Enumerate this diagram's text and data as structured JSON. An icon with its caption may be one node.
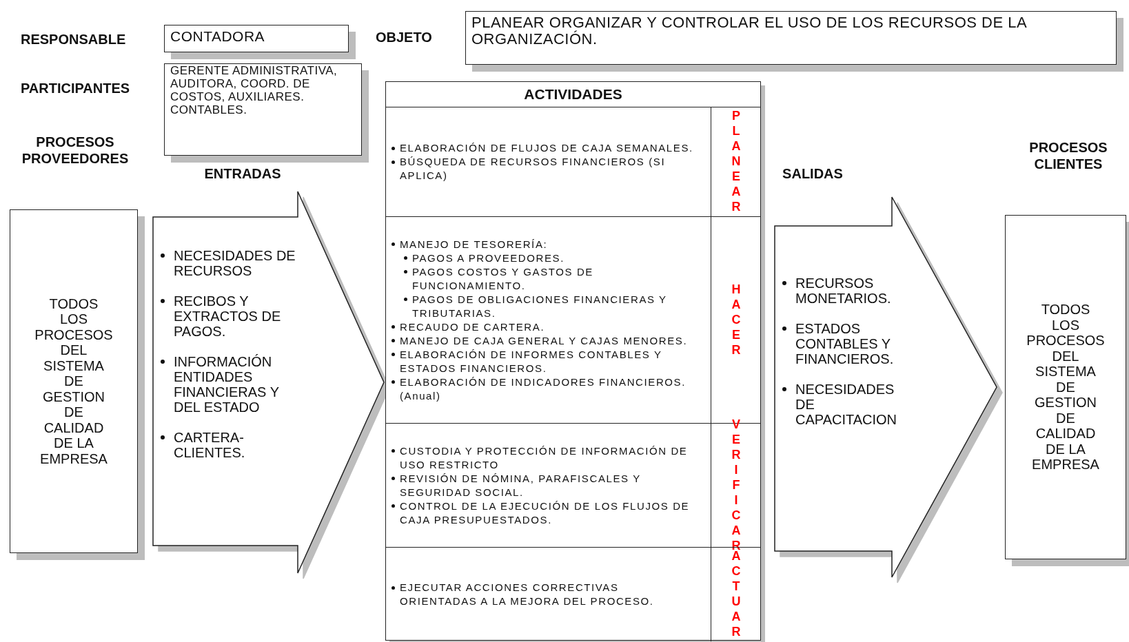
{
  "diagram": {
    "nodes": [
      {
        "text": [
          "RESPONSABLE",
          "CONTADORA"
        ]
      },
      {
        "text": [
          "PARTICIPANTES",
          "GERENTE ADMINISTRATIVA, AUDITORA, COORD. DE COSTOS, AUXILIARES. CONTABLES."
        ]
      },
      {
        "text": [
          "OBJETO",
          "PLANEAR ORGANIZAR Y CONTROLAR EL USO DE LOS RECURSOS DE LA ORGANIZACIÓN."
        ]
      },
      {
        "text": [
          "TODOS LOS PROCESOS DEL SISTEMA DE GESTION DE CALIDAD DE LA EMPRESA"
        ]
      },
      {
        "text": [
          "ENTRADAS",
          "NECESIDADES DE RECURSOS",
          "RECIBOS Y EXTRACTOS  DE PAGOS.",
          "INFORMACIÓN ENTIDADES FINANCIERAS Y DEL ESTADO",
          "CARTERA- CLIENTES."
        ]
      },
      {
        "text": [
          "ACTIVIDADES"
        ]
      },
      {
        "text": [
          "ELABORACIÓN DE FLUJOS DE CAJA SEMANALES.",
          "BÚSQUEDA DE RECURSOS FINANCIEROS (SI APLICA)",
          "PLANEAR"
        ],
        "in": 5
      },
      {
        "text": [
          "MANEJO DE TESORERÍA:",
          "PAGOS A PROVEEDORES.",
          "PAGOS COSTOS Y GASTOS DE FUNCIONAMIENTO.",
          "PAGOS DE OBLIGACIONES FINANCIERAS Y TRIBUTARIAS.",
          "RECAUDO DE CARTERA.",
          "MANEJO DE CAJA GENERAL Y CAJAS MENORES.",
          "ELABORACIÓN DE INFORMES CONTABLES Y ESTADOS FINANCIEROS.",
          "ELABORACIÓN DE INDICADORES FINANCIEROS.(Anual)",
          "HACER"
        ],
        "in": 5
      },
      {
        "text": [
          "CUSTODIA Y PROTECCIÓN DE INFORMACIÓN DE USO RESTRICTO",
          "REVISIÓN DE NÓMINA, PARAFISCALES Y SEGURIDAD SOCIAL.",
          "CONTROL DE LA EJECUCIÓN DE LOS FLUJOS DE CAJA PRESUPUESTADOS.",
          "VERIFICAR"
        ],
        "in": 5
      },
      {
        "text": [
          "EJECUTAR ACCIONES CORRECTIVAS ORIENTADAS A LA MEJORA DEL PROCESO.",
          "ACTUAR"
        ],
        "in": 5
      },
      {
        "text": [
          "SALIDAS",
          "RECURSOS MONETARIOS.",
          "ESTADOS CONTABLES Y FINANCIEROS.",
          "NECESIDADES DE CAPACITACION"
        ]
      },
      {
        "text": [
          "TODOS LOS PROCESOS DEL SISTEMA DE GESTION DE CALIDAD DE LA EMPRESA"
        ]
      }
    ],
    "labels": [
      "PROCESOS PROVEEDORES",
      "PROCESOS CLIENTES"
    ]
  }
}
